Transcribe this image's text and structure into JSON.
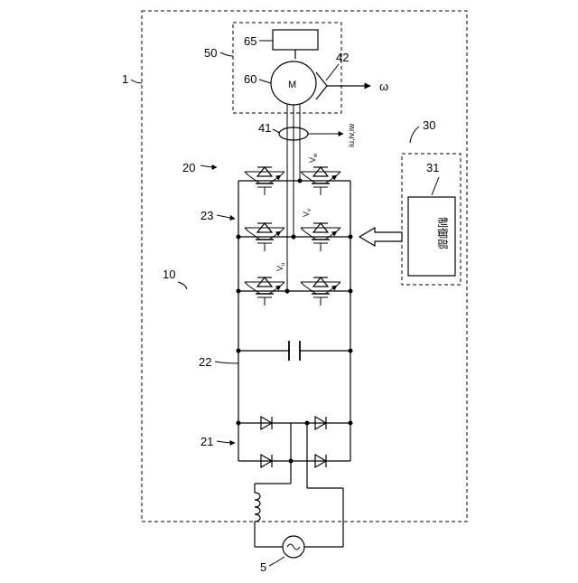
{
  "labels": {
    "system": "1",
    "ac_source": "5",
    "drive_unit": "10",
    "inverter_unit": "20",
    "rectifier": "21",
    "capacitor": "22",
    "switching_circuit": "23",
    "control_unit": "30",
    "controller": "31",
    "current_sensor": "41",
    "encoder": "42",
    "motor_unit": "50",
    "motor": "60",
    "load": "65",
    "motor_symbol": "M",
    "controller_text": "制御部",
    "omega": "ω",
    "vu": "V",
    "vu_sub": "u",
    "vv": "V",
    "vv_sub": "v",
    "vw": "V",
    "vw_sub": "w",
    "currents": "iu,iv,iw"
  }
}
